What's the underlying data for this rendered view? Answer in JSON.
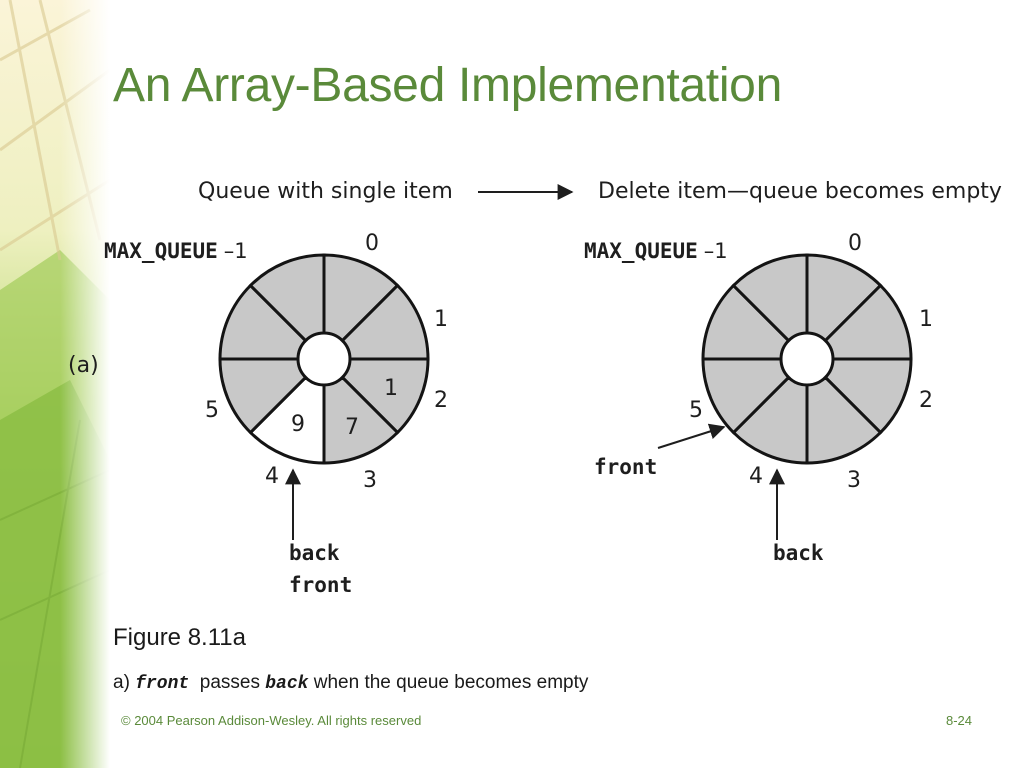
{
  "slide": {
    "title": "An Array-Based Implementation",
    "copyright": "© 2004 Pearson Addison-Wesley. All rights reserved",
    "slide_number": "8-24"
  },
  "figure": {
    "part_label": "(a)",
    "left_heading": "Queue with single item",
    "right_heading": "Delete item—queue becomes empty",
    "max_label": "MAX_QUEUE",
    "max_suffix": "–1",
    "index_labels": [
      "0",
      "1",
      "2",
      "3",
      "4",
      "5"
    ],
    "left_cells": [
      "1",
      "7",
      "9"
    ],
    "left_pointer_labels": [
      "back",
      "front"
    ],
    "right_front_label": "front",
    "right_back_label": "back",
    "colors": {
      "filled": "#c8c8c8",
      "empty": "#ffffff",
      "stroke": "#141414"
    }
  },
  "caption": {
    "title": "Figure 8.11a",
    "prefix": "a)",
    "code_front": "front",
    "middle": "passes",
    "code_back": "back",
    "suffix": "when the queue becomes empty"
  }
}
